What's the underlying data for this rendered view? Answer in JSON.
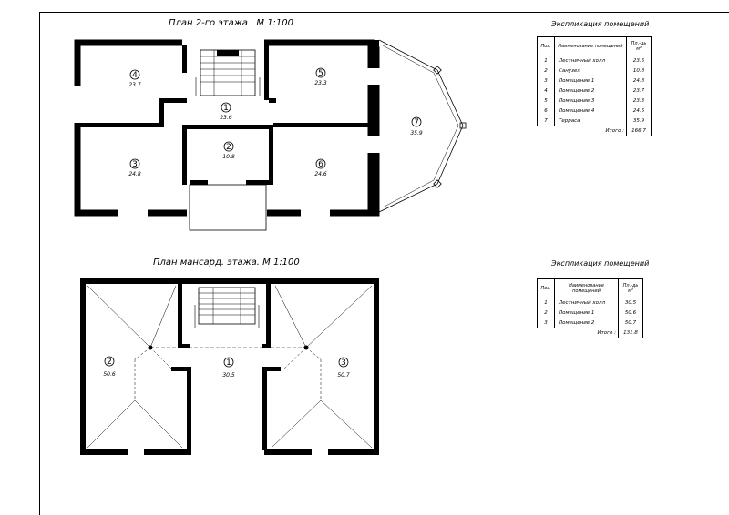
{
  "plan1": {
    "title": "План 2-го этажа .  М 1:100",
    "rooms": [
      {
        "num": "1",
        "area": "23.6"
      },
      {
        "num": "2",
        "area": "10.8"
      },
      {
        "num": "3",
        "area": "24.8"
      },
      {
        "num": "4",
        "area": "23.7"
      },
      {
        "num": "5",
        "area": "23.3"
      },
      {
        "num": "6",
        "area": "24.6"
      },
      {
        "num": "7",
        "area": "35.9"
      }
    ]
  },
  "plan2": {
    "title": "План мансард. этажа.  М 1:100",
    "rooms": [
      {
        "num": "1",
        "area": "30.5"
      },
      {
        "num": "2",
        "area": "50.6"
      },
      {
        "num": "3",
        "area": "50.7"
      }
    ]
  },
  "table1": {
    "title": "Экспликация помещений",
    "headers": {
      "pos": "Поз.",
      "name": "Наименование помещений",
      "area": "Пл.-дь м²"
    },
    "rows": [
      {
        "pos": "1",
        "name": "Лестничный холл",
        "area": "23.6"
      },
      {
        "pos": "2",
        "name": "Санузел",
        "area": "10.8"
      },
      {
        "pos": "3",
        "name": "Помещение 1",
        "area": "24.8"
      },
      {
        "pos": "4",
        "name": "Помещение 2",
        "area": "23.7"
      },
      {
        "pos": "5",
        "name": "Помещение 3",
        "area": "23.3"
      },
      {
        "pos": "6",
        "name": "Помещение 4",
        "area": "24.6"
      },
      {
        "pos": "7",
        "name": "Терраса",
        "area": "35.9"
      }
    ],
    "total_label": "Итого :",
    "total": "166.7"
  },
  "table2": {
    "title": "Экспликация помещений",
    "headers": {
      "pos": "Поз.",
      "name": "Наименование помещений",
      "area": "Пл.-дь м²"
    },
    "rows": [
      {
        "pos": "1",
        "name": "Лестничный холл",
        "area": "30.5"
      },
      {
        "pos": "2",
        "name": "Помещение 1",
        "area": "50.6"
      },
      {
        "pos": "3",
        "name": "Помещение 2",
        "area": "50.7"
      }
    ],
    "total_label": "Итого :",
    "total": "131.8"
  }
}
